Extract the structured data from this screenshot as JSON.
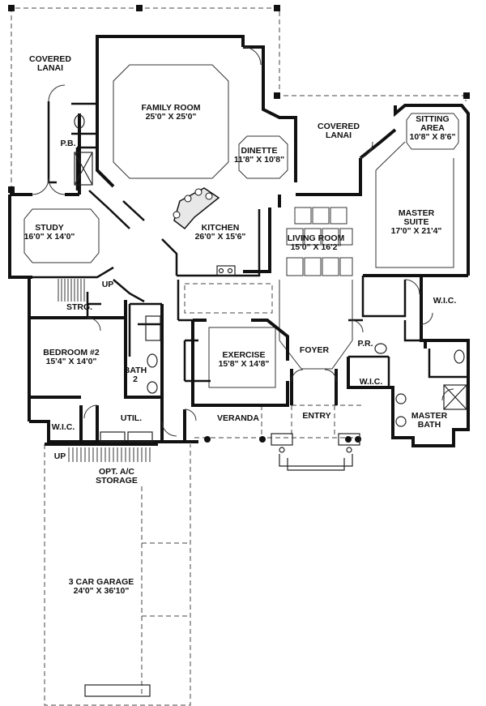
{
  "plan": {
    "rooms": {
      "covered_lanai_left": {
        "name": "COVERED\nLANAI",
        "dims": ""
      },
      "family_room": {
        "name": "FAMILY ROOM",
        "dims": "25'0\"  X 25'0\""
      },
      "dinette": {
        "name": "DINETTE",
        "dims": "11'8\" X 10'8\""
      },
      "covered_lanai_right": {
        "name": "COVERED\nLANAI",
        "dims": ""
      },
      "sitting_area": {
        "name": "SITTING\nAREA",
        "dims": "10'8\" X 8'6\""
      },
      "powder_bath_pb": {
        "name": "P.B.",
        "dims": ""
      },
      "study": {
        "name": "STUDY",
        "dims": "16'0\" X 14'0\""
      },
      "kitchen": {
        "name": "KITCHEN",
        "dims": "26'0\" X 15'6\""
      },
      "living_room": {
        "name": "LIVING ROOM",
        "dims": "15'0\" X 16'2\""
      },
      "master_suite": {
        "name": "MASTER\nSUITE",
        "dims": "17'0\" X 21'4\""
      },
      "up_stair": {
        "name": "UP",
        "dims": ""
      },
      "storage": {
        "name": "STRG.",
        "dims": ""
      },
      "master_wic": {
        "name": "W.I.C.",
        "dims": ""
      },
      "bedroom2": {
        "name": "BEDROOM #2",
        "dims": "15'4\" X 14'0\""
      },
      "exercise": {
        "name": "EXERCISE",
        "dims": "15'8\" X 14'8\""
      },
      "foyer": {
        "name": "FOYER",
        "dims": ""
      },
      "powder_room_pr": {
        "name": "P.R.",
        "dims": ""
      },
      "bath2": {
        "name": "BATH\n2",
        "dims": ""
      },
      "wic_center": {
        "name": "W.I.C.",
        "dims": ""
      },
      "veranda": {
        "name": "VERANDA",
        "dims": ""
      },
      "entry": {
        "name": "ENTRY",
        "dims": ""
      },
      "master_bath": {
        "name": "MASTER\nBATH",
        "dims": ""
      },
      "wic_bed2": {
        "name": "W.I.C.",
        "dims": ""
      },
      "utility": {
        "name": "UTIL.",
        "dims": ""
      },
      "up_garage": {
        "name": "UP",
        "dims": ""
      },
      "ac_storage": {
        "name": "OPT. A/C\nSTORAGE",
        "dims": ""
      },
      "garage": {
        "name": "3 CAR GARAGE",
        "dims": "24'0\" X 36'10\""
      }
    },
    "colors": {
      "wall": "#111111",
      "line": "#333333",
      "background": "#ffffff"
    }
  }
}
